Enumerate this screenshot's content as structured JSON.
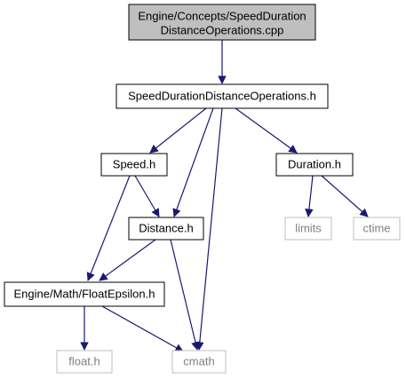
{
  "colors": {
    "edge": "#191970",
    "node_border": "#000000",
    "root_fill": "#bfbfbf",
    "node_fill": "#ffffff",
    "system_border": "#bfbfbf",
    "system_text": "#7f7f7f",
    "text": "#000000"
  },
  "nodes": {
    "root": {
      "line1": "Engine/Concepts/SpeedDuration",
      "line2": "DistanceOperations.cpp"
    },
    "sdd": {
      "label": "SpeedDurationDistanceOperations.h"
    },
    "speed": {
      "label": "Speed.h"
    },
    "duration": {
      "label": "Duration.h"
    },
    "distance": {
      "label": "Distance.h"
    },
    "floateps": {
      "label": "Engine/Math/FloatEpsilon.h"
    },
    "limits": {
      "label": "limits"
    },
    "ctime": {
      "label": "ctime"
    },
    "floath": {
      "label": "float.h"
    },
    "cmath": {
      "label": "cmath"
    }
  }
}
